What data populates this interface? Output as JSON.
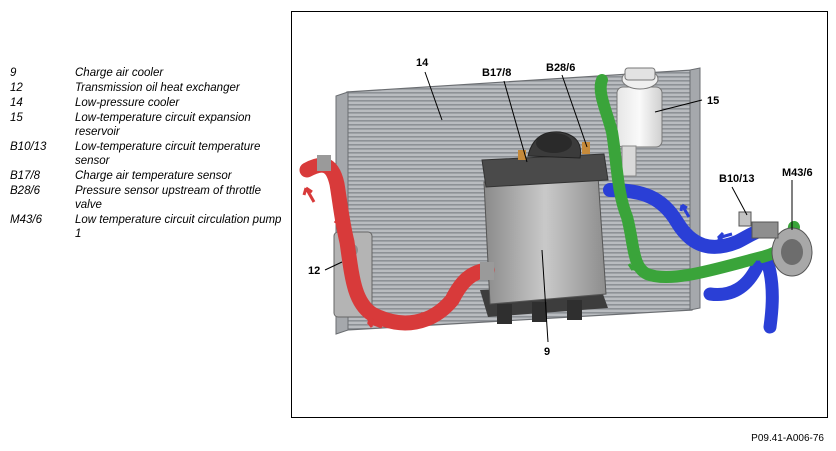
{
  "legend": [
    {
      "code": "9",
      "desc": "Charge air cooler"
    },
    {
      "code": "12",
      "desc": "Transmission oil heat exchanger"
    },
    {
      "code": "14",
      "desc": "Low-pressure cooler"
    },
    {
      "code": "15",
      "desc": "Low-temperature circuit expansion reservoir"
    },
    {
      "code": "B10/13",
      "desc": "Low-temperature circuit temperature sensor"
    },
    {
      "code": "B17/8",
      "desc": "Charge air temperature sensor"
    },
    {
      "code": "B28/6",
      "desc": "Pressure sensor upstream of throttle valve"
    },
    {
      "code": "M43/6",
      "desc": "Low temperature circuit circulation pump 1"
    }
  ],
  "callouts": {
    "c14": "14",
    "c15": "15",
    "cB17_8": "B17/8",
    "cB28_6": "B28/6",
    "cB10_13": "B10/13",
    "cM43_6": "M43/6",
    "c12": "12",
    "c9": "9"
  },
  "colors": {
    "hot_hose": "#d83a3a",
    "cold_hose": "#2a3fd6",
    "mixed_hose": "#3aa43a",
    "radiator": "#b9bcc0"
  },
  "footer": {
    "reference": "P09.41-A006-76"
  }
}
